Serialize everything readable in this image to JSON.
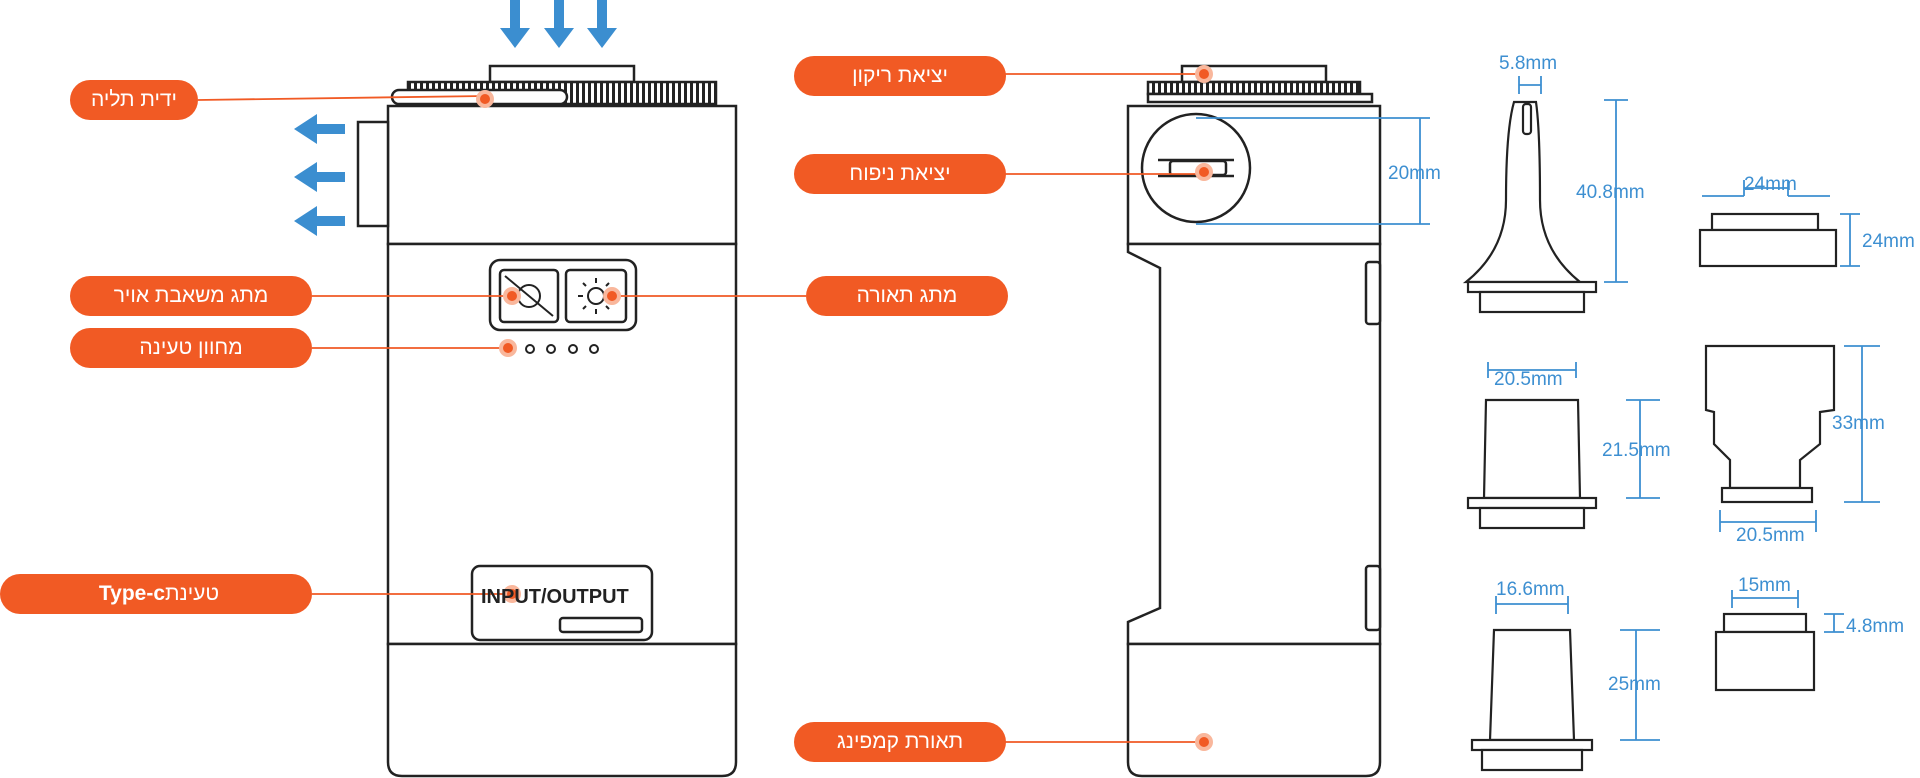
{
  "colors": {
    "accent": "#F15A24",
    "dimension": "#3D8FD1",
    "arrow": "#3B8ED0",
    "outline": "#222222"
  },
  "device": {
    "port_label": "INPUT/OUTPUT"
  },
  "callouts": {
    "hanging_handle": "ידית תליה",
    "air_suction_switch": "מתג משאבת אויר",
    "charging_indicator": "מחוון טעינה",
    "type_c_charging_prefix": "Type-c",
    "type_c_charging_word": "טעינת",
    "light_switch": "מתג תאורה",
    "deflate_outlet": "יציאת ריקון",
    "inflate_outlet": "יציאת ניפוח",
    "camping_light": "תאורת קמפינג"
  },
  "dimensions": {
    "outlet_height": "20mm",
    "nozzle1_tip_width": "5.8mm",
    "nozzle1_height": "40.8mm",
    "nozzle2_width": "20.5mm",
    "nozzle2_height": "21.5mm",
    "nozzle3_width": "16.6mm",
    "nozzle3_height": "25mm",
    "adapter1_width": "24mm",
    "adapter1_height": "24mm",
    "adapter2_height": "33mm",
    "adapter2_width": "20.5mm",
    "adapter3_width": "15mm",
    "adapter3_height": "4.8mm"
  }
}
